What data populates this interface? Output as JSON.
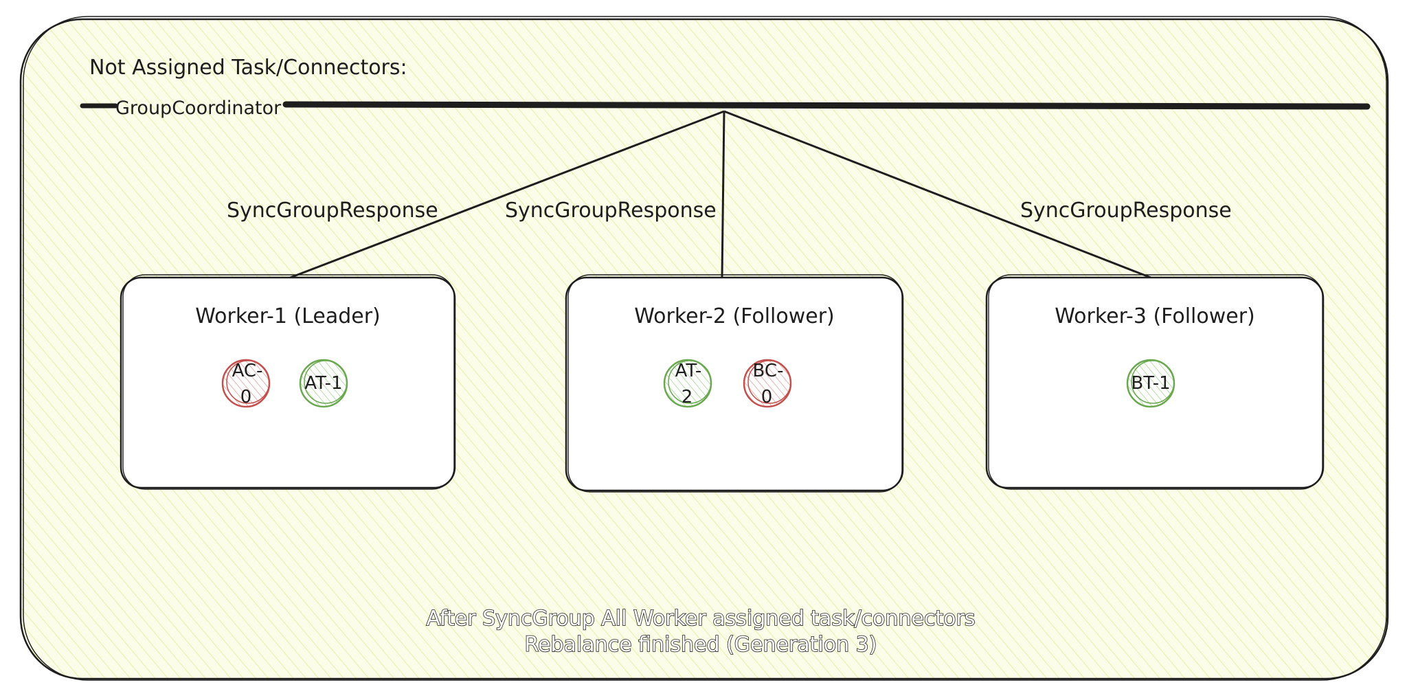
{
  "diagram": {
    "header_label": "Not Assigned Task/Connectors:",
    "coordinator_label": "GroupCoordinator",
    "response_label": "SyncGroupResponse",
    "workers": [
      {
        "label": "Worker-1 (Leader)",
        "tasks": [
          {
            "line1": "AC-",
            "line2": "0",
            "status": "connector"
          },
          {
            "line1": "AT-1",
            "line2": "",
            "status": "task"
          }
        ]
      },
      {
        "label": "Worker-2 (Follower)",
        "tasks": [
          {
            "line1": "AT-",
            "line2": "2",
            "status": "task"
          },
          {
            "line1": "BC-",
            "line2": "0",
            "status": "connector"
          }
        ]
      },
      {
        "label": "Worker-3 (Follower)",
        "tasks": [
          {
            "line1": "BT-1",
            "line2": "",
            "status": "task"
          }
        ]
      }
    ],
    "caption_line1": "After SyncGroup All Worker assigned task/connectors",
    "caption_line2": "Rebalance finished (Generation 3)"
  },
  "colors": {
    "frame_fill": "#fbfde8",
    "hatch": "#e4f0a8",
    "stroke": "#1e1e1e",
    "connector_red": "#c2504d",
    "task_green": "#6aa84f",
    "worker_fill": "#ffffff"
  }
}
